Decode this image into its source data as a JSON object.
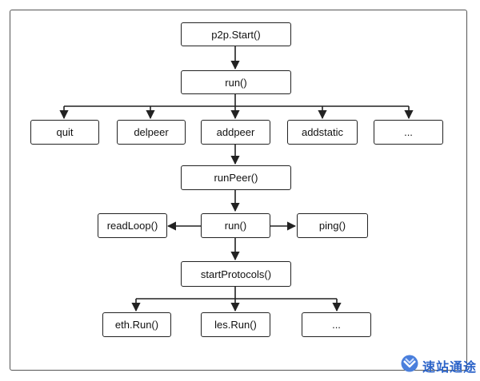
{
  "nodes": {
    "p2p_start": "p2p.Start()",
    "run_top": "run()",
    "quit": "quit",
    "delpeer": "delpeer",
    "addpeer": "addpeer",
    "addstatic": "addstatic",
    "ellipsis_1": "...",
    "runpeer": "runPeer()",
    "readloop": "readLoop()",
    "run_mid": "run()",
    "ping": "ping()",
    "startprotocols": "startProtocols()",
    "eth_run": "eth.Run()",
    "les_run": "les.Run()",
    "ellipsis_2": "..."
  },
  "watermark": {
    "text": "速站通途",
    "icon": "double-chevron-logo-icon",
    "color": "#2b63c8"
  }
}
